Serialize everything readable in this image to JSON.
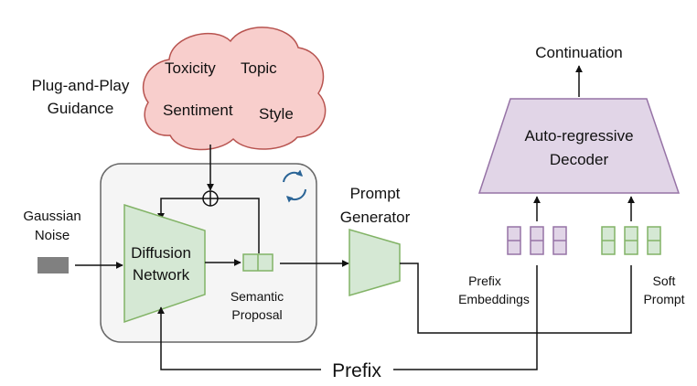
{
  "guidance": {
    "title_line1": "Plug-and-Play",
    "title_line2": "Guidance",
    "attributes": [
      "Toxicity",
      "Topic",
      "Sentiment",
      "Style"
    ]
  },
  "noise": {
    "line1": "Gaussian",
    "line2": "Noise"
  },
  "diffusion": {
    "line1": "Diffusion",
    "line2": "Network"
  },
  "proposal": {
    "line1": "Semantic",
    "line2": "Proposal"
  },
  "prompt_generator": {
    "line1": "Prompt",
    "line2": "Generator"
  },
  "decoder": {
    "line1": "Auto-regressive",
    "line2": "Decoder"
  },
  "output": {
    "label": "Continuation"
  },
  "prefix_embeddings": {
    "line1": "Prefix",
    "line2": "Embeddings"
  },
  "soft_prompt": {
    "line1": "Soft",
    "line2": "Prompt"
  },
  "prefix": {
    "label": "Prefix"
  },
  "colors": {
    "cloud_fill": "#f8cecc",
    "cloud_stroke": "#b85450",
    "green_fill": "#d5e8d4",
    "green_stroke": "#82b366",
    "purple_fill": "#e1d5e7",
    "purple_stroke": "#9673a6",
    "container_fill": "#f5f5f5",
    "container_stroke": "#666666",
    "noise_fill": "#808080",
    "loop_icon": "#2a6496"
  }
}
